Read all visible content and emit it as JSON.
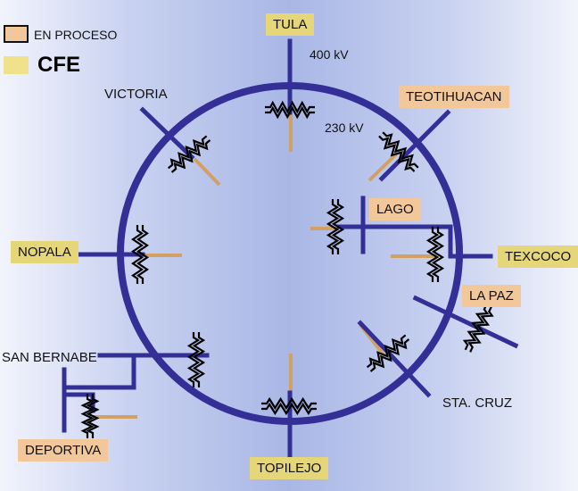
{
  "colors": {
    "ring": "#332f96",
    "line_400kv": "#332f96",
    "line_230kv": "#d2a062",
    "cfe": "#e6d67a",
    "en_proceso": "#f2c89a"
  },
  "legend": {
    "en_proceso": "EN PROCESO",
    "cfe": "CFE"
  },
  "voltages": {
    "v400": "400 kV",
    "v230": "230 kV"
  },
  "stations": {
    "tula": "TULA",
    "teotihuacan": "TEOTIHUACAN",
    "lago": "LAGO",
    "texcoco": "TEXCOCO",
    "la_paz": "LA PAZ",
    "sta_cruz": "STA. CRUZ",
    "topilejo": "TOPILEJO",
    "deportiva": "DEPORTIVA",
    "san_bernabe": "SAN BERNABE",
    "nopala": "NOPALA",
    "victoria": "VICTORIA"
  }
}
